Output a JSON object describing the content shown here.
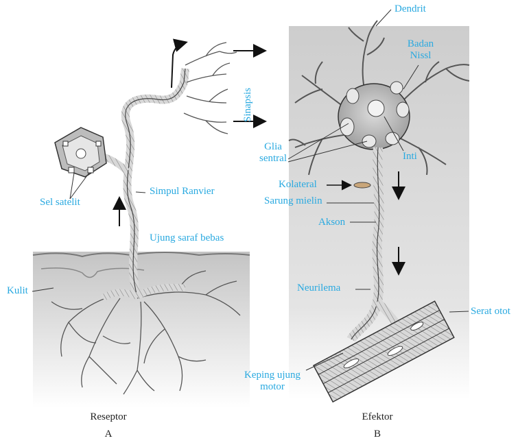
{
  "colors": {
    "label": "#29a9e0",
    "caption": "#222222",
    "panel_top": "#c9c9c9",
    "panel_bottom": "#ffffff",
    "line": "#333333"
  },
  "labels": {
    "dendrit": "Dendrit",
    "badan_nissl_1": "Badan",
    "badan_nissl_2": "Nissl",
    "sinapsis": "Sinapsis",
    "glia_1": "Glia",
    "glia_2": "sentral",
    "inti": "Inti",
    "kolateral": "Kolateral",
    "sarung_mielin": "Sarung mielin",
    "akson": "Akson",
    "simpul_ranvier": "Simpul Ranvier",
    "sel_satelit": "Sel satelit",
    "ujung_saraf_bebas": "Ujung saraf bebas",
    "kulit": "Kulit",
    "neurilema": "Neurilema",
    "serat_otot": "Serat otot",
    "keping_1": "Keping ujung",
    "keping_2": "motor"
  },
  "captions": {
    "a_title": "Reseptor",
    "a_letter": "A",
    "b_title": "Efektor",
    "b_letter": "B"
  }
}
